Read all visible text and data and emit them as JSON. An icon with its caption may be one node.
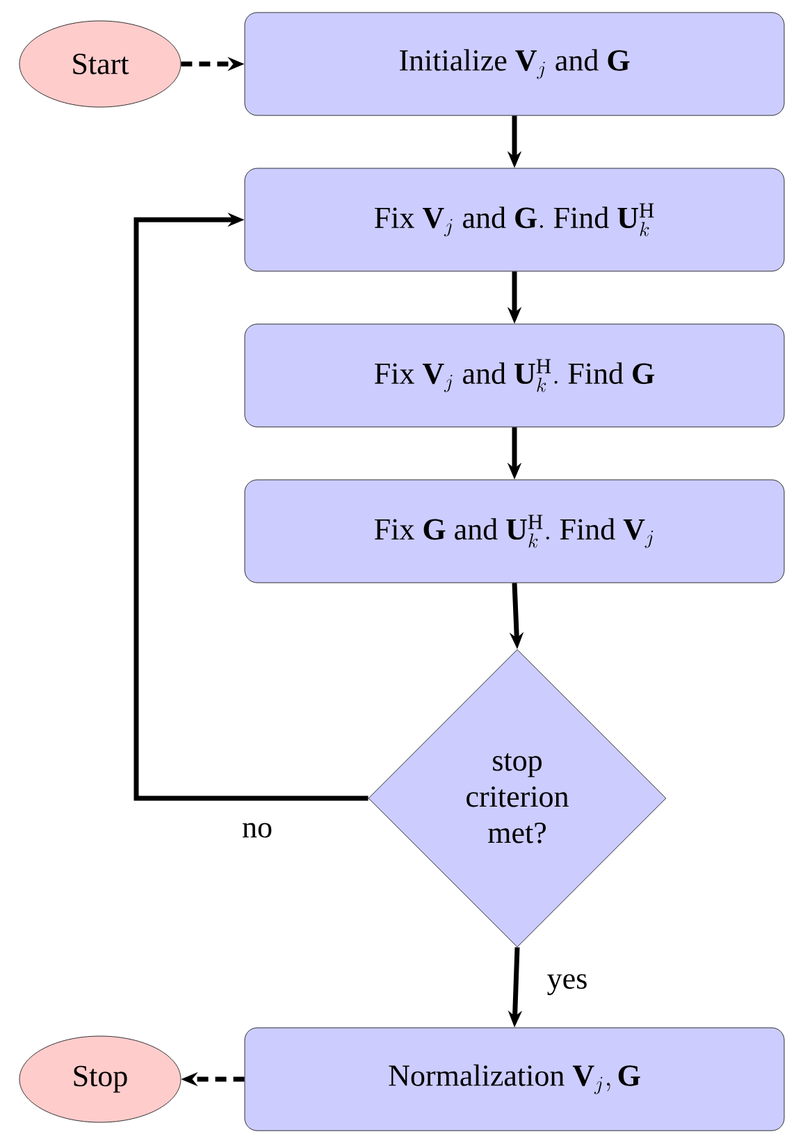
{
  "diagram": {
    "nodes": [
      {
        "text": [
          "Start"
        ]
      },
      {
        "text": [
          "\\text{Initialize } \\mathbf{V}_j \\text{ and } \\mathbf{G}"
        ]
      },
      {
        "text": [
          "\\text{Fix } \\mathbf{V}_j \\text{ and } \\mathbf{G}.\\ \\text{Find } \\mathbf{U}_k^{\\mathrm{H}}"
        ]
      },
      {
        "text": [
          "\\text{Fix } \\mathbf{V}_j \\text{ and } \\mathbf{U}_k^{\\mathrm{H}}.\\ \\text{Find } \\mathbf{G}"
        ]
      },
      {
        "text": [
          "\\text{Fix } \\mathbf{G} \\text{ and } \\mathbf{U}_k^{\\mathrm{H}}.\\ \\text{Find } \\mathbf{V}_j"
        ]
      },
      {
        "text": [
          "stop criterion met?"
        ]
      },
      {
        "text": [
          "\\text{Normalization } \\mathbf{V}_j, \\mathbf{G}"
        ]
      },
      {
        "text": [
          "Stop"
        ]
      }
    ],
    "edges": [
      {
        "from": 0,
        "to": 1,
        "arrow": "to",
        "style": "dashed"
      },
      {
        "from": 1,
        "to": 2,
        "arrow": "to"
      },
      {
        "from": 2,
        "to": 3,
        "arrow": "to"
      },
      {
        "from": 3,
        "to": 4,
        "arrow": "to"
      },
      {
        "from": 4,
        "to": 5,
        "arrow": "to"
      },
      {
        "from": 5,
        "to": 2,
        "arrow": "to",
        "label": "no"
      },
      {
        "from": 5,
        "to": 6,
        "arrow": "to",
        "label": "yes"
      },
      {
        "from": 6,
        "to": 7,
        "arrow": "to",
        "style": "dashed"
      }
    ]
  }
}
